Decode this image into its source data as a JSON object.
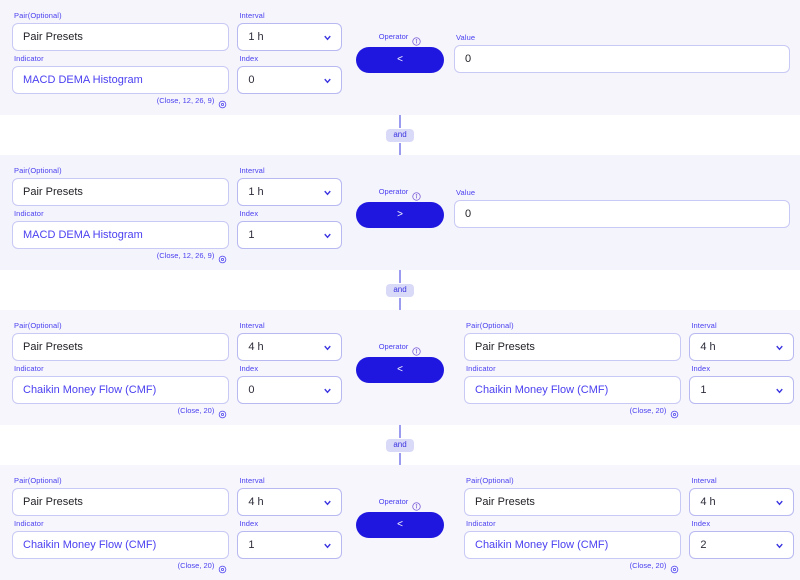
{
  "labels": {
    "pair": "Pair(Optional)",
    "interval": "Interval",
    "indicator": "Indicator",
    "index": "Index",
    "operator": "Operator",
    "value": "Value"
  },
  "icons": {
    "chevron": "chevron-down-icon",
    "gear": "gear-icon",
    "info": "info-icon"
  },
  "colors": {
    "accent": "#4a3ff0",
    "operator_pill": "#1f17e0",
    "row_bg": "#f5f5fb",
    "connector_line": "#9b9bf0",
    "and_pill_bg": "#d9d9f8",
    "field_border": "#c9c9f5"
  },
  "connectors": [
    {
      "label": "and"
    },
    {
      "label": "and"
    },
    {
      "label": "and"
    }
  ],
  "rows": [
    {
      "mode": "value",
      "left": {
        "pair": "Pair Presets",
        "interval": "1 h",
        "indicator": "MACD DEMA Histogram",
        "index": "0",
        "params": "(Close, 12, 26, 9)"
      },
      "operator": "<",
      "value": "0"
    },
    {
      "mode": "value",
      "left": {
        "pair": "Pair Presets",
        "interval": "1 h",
        "indicator": "MACD DEMA Histogram",
        "index": "1",
        "params": "(Close, 12, 26, 9)"
      },
      "operator": ">",
      "value": "0"
    },
    {
      "mode": "compare",
      "left": {
        "pair": "Pair Presets",
        "interval": "4 h",
        "indicator": "Chaikin Money Flow (CMF)",
        "index": "0",
        "params": "(Close, 20)"
      },
      "operator": "<",
      "right": {
        "pair": "Pair Presets",
        "interval": "4 h",
        "indicator": "Chaikin Money Flow (CMF)",
        "index": "1",
        "params": "(Close, 20)"
      }
    },
    {
      "mode": "compare",
      "left": {
        "pair": "Pair Presets",
        "interval": "4 h",
        "indicator": "Chaikin Money Flow (CMF)",
        "index": "1",
        "params": "(Close, 20)"
      },
      "operator": "<",
      "right": {
        "pair": "Pair Presets",
        "interval": "4 h",
        "indicator": "Chaikin Money Flow (CMF)",
        "index": "2",
        "params": "(Close, 20)"
      }
    }
  ]
}
